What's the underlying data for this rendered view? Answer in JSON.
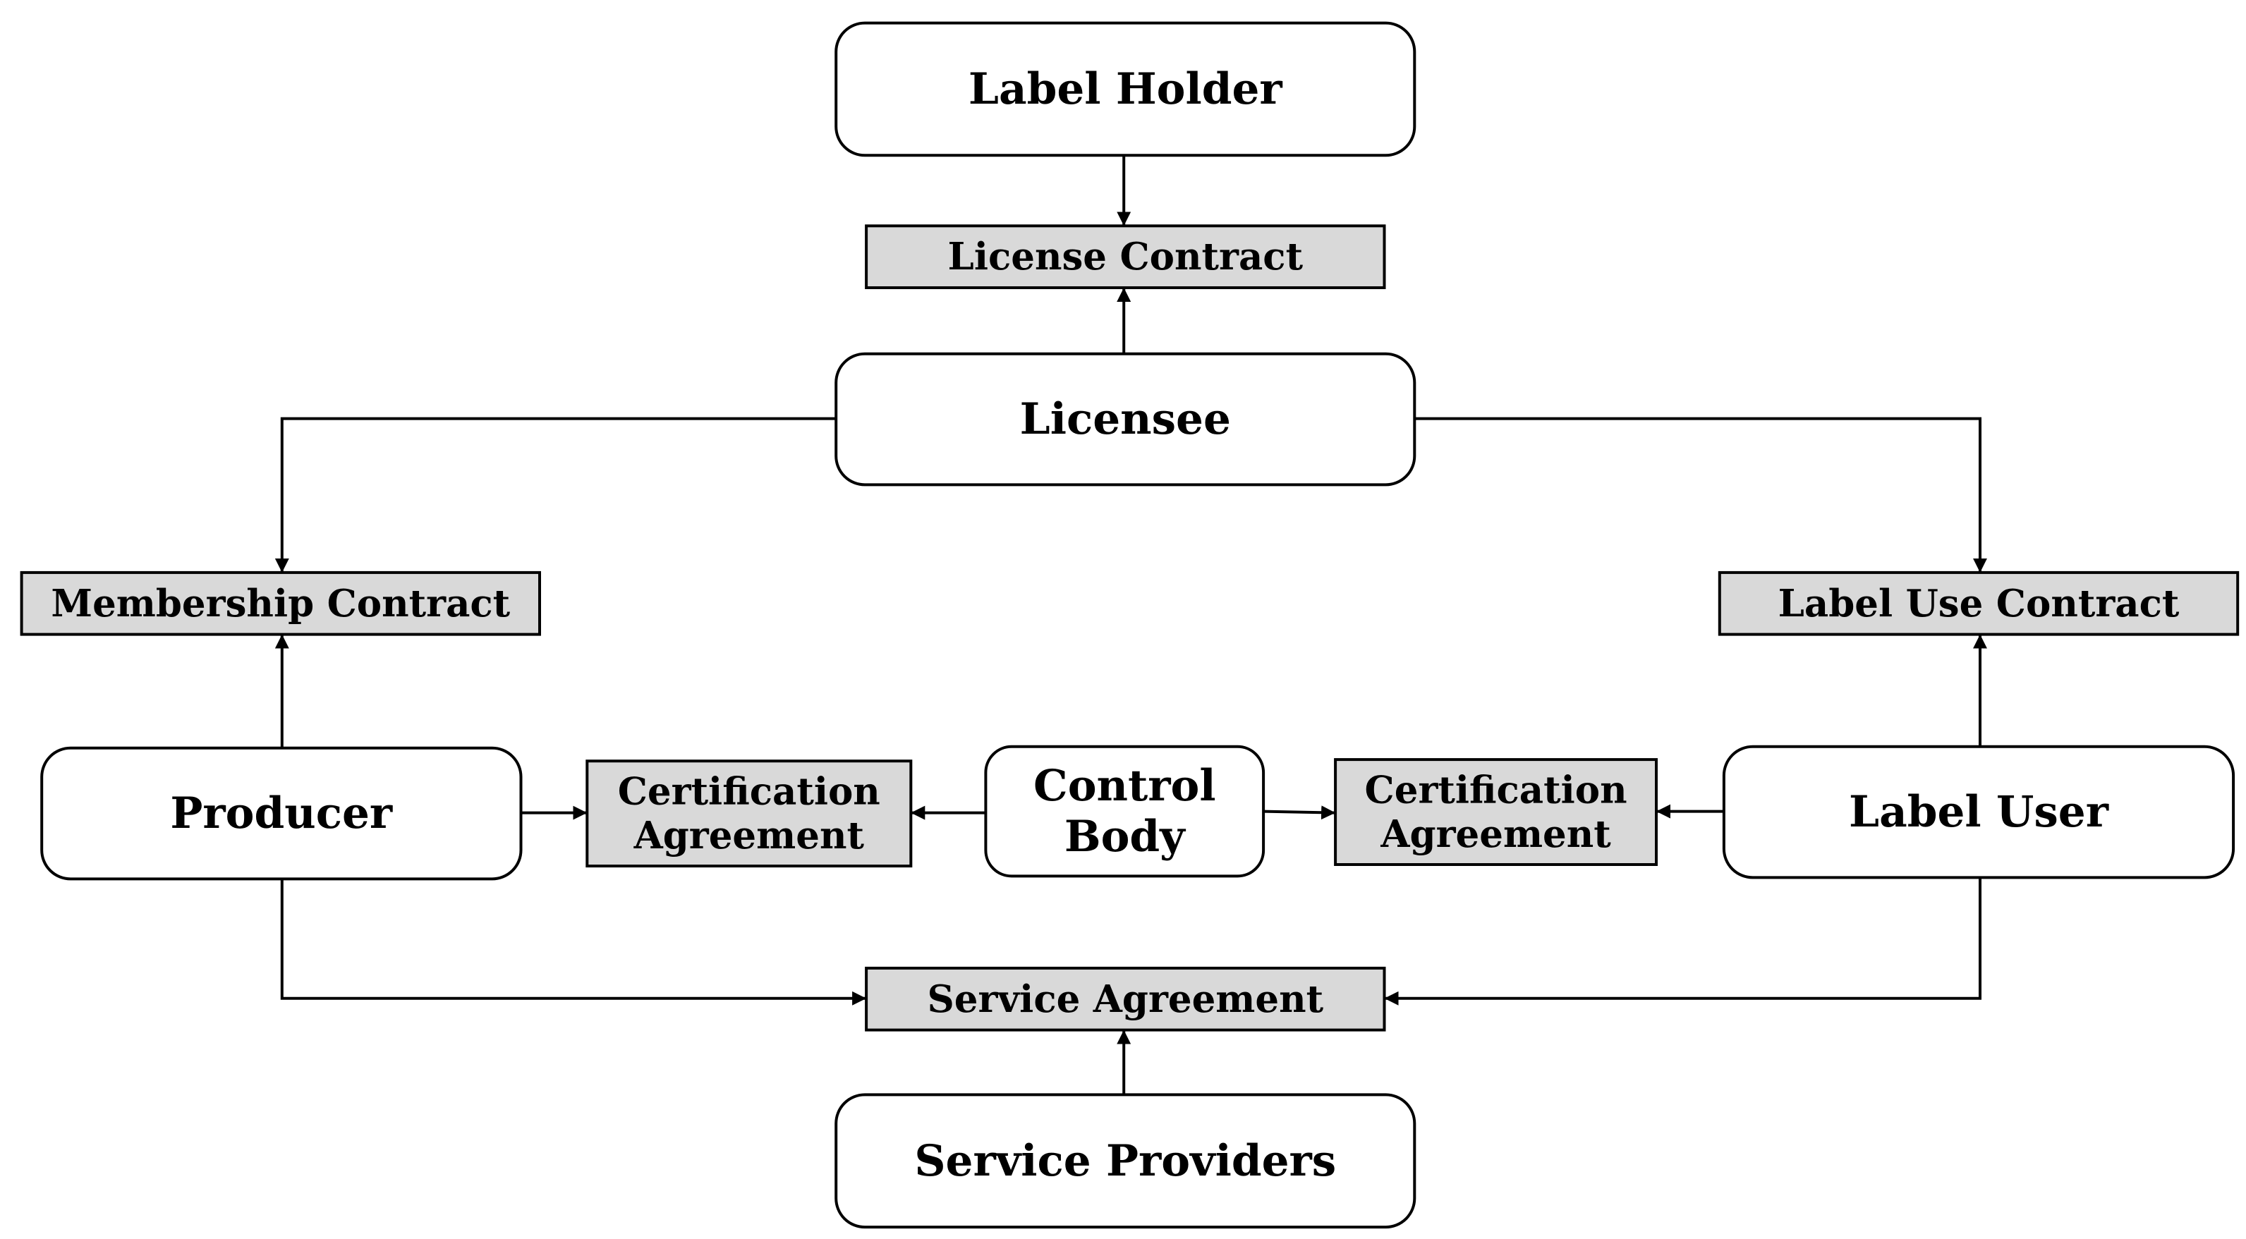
{
  "colors": {
    "background": "#ffffff",
    "stroke": "#000000",
    "contract_fill": "#d9d9d9",
    "party_fill": "#ffffff"
  },
  "nodes": {
    "label_holder": {
      "lines": [
        "Label Holder"
      ],
      "kind": "party"
    },
    "license_contract": {
      "lines": [
        "License Contract"
      ],
      "kind": "contract"
    },
    "licensee": {
      "lines": [
        "Licensee"
      ],
      "kind": "party"
    },
    "membership_contract": {
      "lines": [
        "Membership Contract"
      ],
      "kind": "contract"
    },
    "label_use_contract": {
      "lines": [
        "Label Use Contract"
      ],
      "kind": "contract"
    },
    "producer": {
      "lines": [
        "Producer"
      ],
      "kind": "party"
    },
    "certification_agreement_left": {
      "lines": [
        "Certification",
        "Agreement"
      ],
      "kind": "contract"
    },
    "control_body": {
      "lines": [
        "Control",
        "Body"
      ],
      "kind": "party"
    },
    "certification_agreement_right": {
      "lines": [
        "Certification",
        "Agreement"
      ],
      "kind": "contract"
    },
    "label_user": {
      "lines": [
        "Label User"
      ],
      "kind": "party"
    },
    "service_agreement": {
      "lines": [
        "Service Agreement"
      ],
      "kind": "contract"
    },
    "service_providers": {
      "lines": [
        "Service Providers"
      ],
      "kind": "party"
    }
  },
  "edges": [
    {
      "from": "label_holder",
      "to": "license_contract"
    },
    {
      "from": "licensee",
      "to": "license_contract"
    },
    {
      "from": "licensee",
      "to": "membership_contract"
    },
    {
      "from": "licensee",
      "to": "label_use_contract"
    },
    {
      "from": "producer",
      "to": "membership_contract"
    },
    {
      "from": "label_user",
      "to": "label_use_contract"
    },
    {
      "from": "producer",
      "to": "certification_agreement_left"
    },
    {
      "from": "control_body",
      "to": "certification_agreement_left"
    },
    {
      "from": "control_body",
      "to": "certification_agreement_right"
    },
    {
      "from": "label_user",
      "to": "certification_agreement_right"
    },
    {
      "from": "producer",
      "to": "service_agreement"
    },
    {
      "from": "label_user",
      "to": "service_agreement"
    },
    {
      "from": "service_providers",
      "to": "service_agreement"
    }
  ]
}
